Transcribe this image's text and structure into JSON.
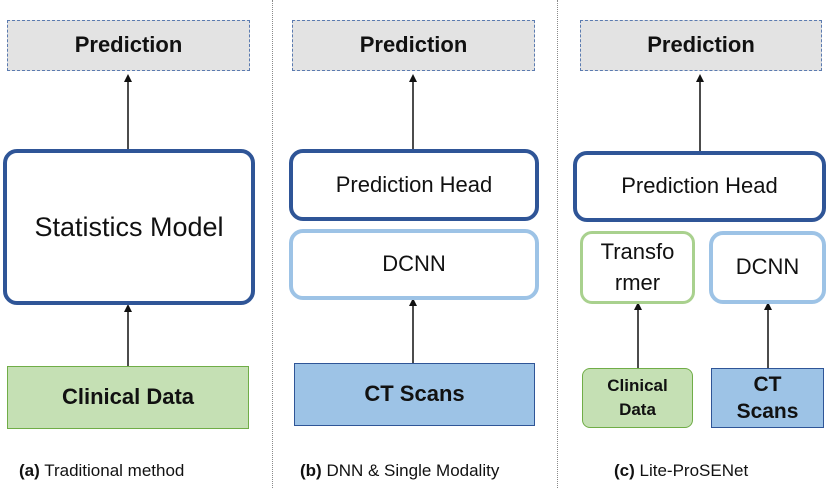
{
  "panel_a": {
    "prediction": "Prediction",
    "model": "Statistics Model",
    "input": "Clinical Data",
    "caption_tag": "(a)",
    "caption_text": " Traditional method"
  },
  "panel_b": {
    "prediction": "Prediction",
    "head": "Prediction Head",
    "backbone": "DCNN",
    "input": "CT Scans",
    "caption_tag": "(b)",
    "caption_text": " DNN & Single Modality"
  },
  "panel_c": {
    "prediction": "Prediction",
    "head": "Prediction Head",
    "transformer_line1": "Transfo",
    "transformer_line2": "rmer",
    "backbone": "DCNN",
    "input_clinical_line1": "Clinical",
    "input_clinical_line2": "Data",
    "input_ct_line1": "CT",
    "input_ct_line2": "Scans",
    "caption_tag": "(c)",
    "caption_text": " Lite-ProSENet"
  },
  "colors": {
    "dark_blue": "#2f5597",
    "light_blue": "#9dc3e6",
    "green_fill": "#c5e0b4",
    "green_border": "#a9d18e",
    "prediction_fill": "#e3e3e3"
  }
}
